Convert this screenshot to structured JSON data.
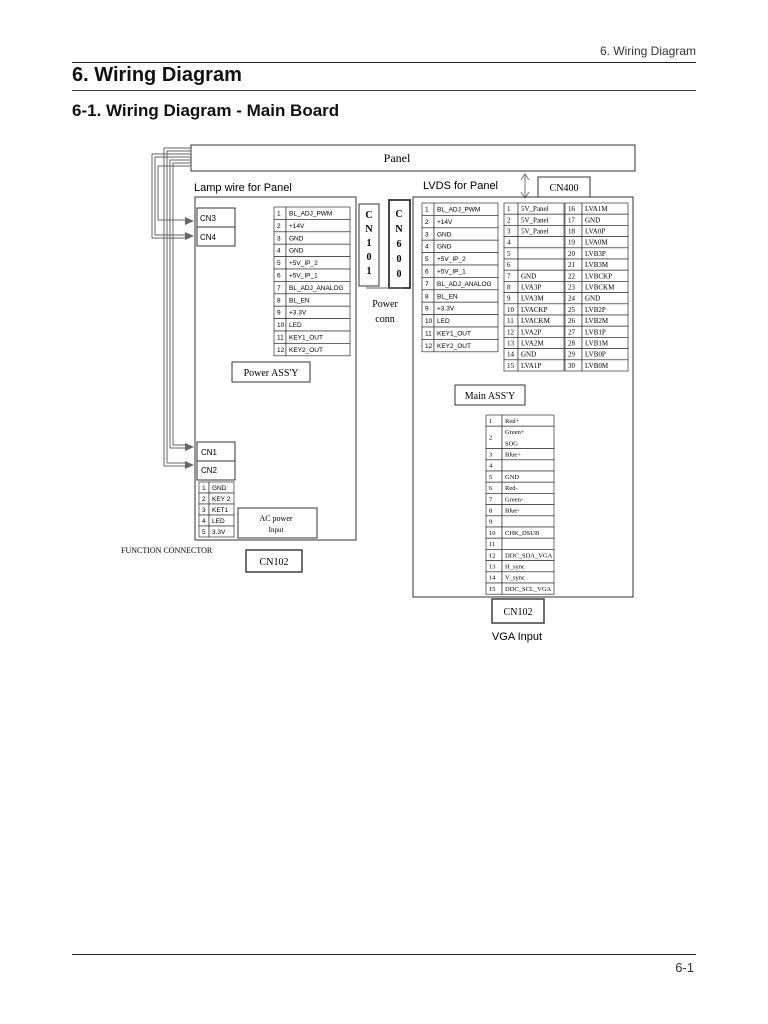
{
  "header": {
    "running_title": "6. Wiring Diagram"
  },
  "page": {
    "title": "6. Wiring Diagram",
    "section": "6-1. Wiring Diagram - Main Board",
    "number": "6-1"
  },
  "diagram": {
    "panel_label": "Panel",
    "lamp_wire_label": "Lamp wire for Panel",
    "lvds_label": "LVDS for Panel",
    "cn400_label": "CN400",
    "cn101_letters": [
      "C",
      "N",
      "1",
      "0",
      "1"
    ],
    "cn600_letters": [
      "C",
      "N",
      "6",
      "0",
      "0"
    ],
    "power_conn_label": [
      "Power",
      "conn"
    ],
    "power_assy_label": "Power ASS'Y",
    "main_assy_label": "Main ASS'Y",
    "left_connectors": {
      "cn3": "CN3",
      "cn4": "CN4",
      "cn1": "CN1",
      "cn2": "CN2"
    },
    "ac_power_label": [
      "AC power",
      "Input"
    ],
    "function_connector_label": "FUNCTION CONNECTOR",
    "cn102_power_label": "CN102",
    "cn102_main_label": "CN102",
    "vga_input_label": "VGA Input",
    "power_pins": [
      {
        "n": "1",
        "s": "BL_ADJ_PWM"
      },
      {
        "n": "2",
        "s": "+14V"
      },
      {
        "n": "3",
        "s": "GND"
      },
      {
        "n": "4",
        "s": "GND"
      },
      {
        "n": "5",
        "s": "+5V_IP_2"
      },
      {
        "n": "6",
        "s": "+5V_IP_1"
      },
      {
        "n": "7",
        "s": "BL_ADJ_ANALOG"
      },
      {
        "n": "8",
        "s": "BL_EN"
      },
      {
        "n": "9",
        "s": "+3.3V"
      },
      {
        "n": "10",
        "s": "LED"
      },
      {
        "n": "11",
        "s": "KEY1_OUT"
      },
      {
        "n": "12",
        "s": "KEY2_OUT"
      }
    ],
    "main_power_pins": [
      {
        "n": "1",
        "s": "BL_ADJ_PWM"
      },
      {
        "n": "2",
        "s": "+14V"
      },
      {
        "n": "3",
        "s": "GND"
      },
      {
        "n": "4",
        "s": "GND"
      },
      {
        "n": "5",
        "s": "+5V_IP_2"
      },
      {
        "n": "6",
        "s": "+5V_IP_1"
      },
      {
        "n": "7",
        "s": "BL_ADJ_ANALOG"
      },
      {
        "n": "8",
        "s": "BL_EN"
      },
      {
        "n": "9",
        "s": "+3.3V"
      },
      {
        "n": "10",
        "s": "LED"
      },
      {
        "n": "11",
        "s": "KEY1_OUT"
      },
      {
        "n": "12",
        "s": "KEY2_OUT"
      }
    ],
    "function_pins": [
      {
        "n": "1",
        "s": "GND"
      },
      {
        "n": "2",
        "s": "KEY 2"
      },
      {
        "n": "3",
        "s": "KET1"
      },
      {
        "n": "4",
        "s": "LED"
      },
      {
        "n": "5",
        "s": "3.3V"
      }
    ],
    "lvds_pins_a": [
      {
        "n": "1",
        "s": "5V_Panel"
      },
      {
        "n": "2",
        "s": "5V_Panel"
      },
      {
        "n": "3",
        "s": "5V_Panel"
      },
      {
        "n": "4",
        "s": ""
      },
      {
        "n": "5",
        "s": ""
      },
      {
        "n": "6",
        "s": ""
      },
      {
        "n": "7",
        "s": "GND"
      },
      {
        "n": "8",
        "s": "LVA3P"
      },
      {
        "n": "9",
        "s": "LVA3M"
      },
      {
        "n": "10",
        "s": "LVACKP"
      },
      {
        "n": "11",
        "s": "LVACKM"
      },
      {
        "n": "12",
        "s": "LVA2P"
      },
      {
        "n": "13",
        "s": "LVA2M"
      },
      {
        "n": "14",
        "s": "GND"
      },
      {
        "n": "15",
        "s": "LVA1P"
      }
    ],
    "lvds_pins_b": [
      {
        "n": "16",
        "s": "LVA1M"
      },
      {
        "n": "17",
        "s": "GND"
      },
      {
        "n": "18",
        "s": "LVA0P"
      },
      {
        "n": "19",
        "s": "LVA0M"
      },
      {
        "n": "20",
        "s": "LVB3P"
      },
      {
        "n": "21",
        "s": "LVB3M"
      },
      {
        "n": "22",
        "s": "LVBCKP"
      },
      {
        "n": "23",
        "s": "LVBCKM"
      },
      {
        "n": "24",
        "s": "GND"
      },
      {
        "n": "25",
        "s": "LVB2P"
      },
      {
        "n": "26",
        "s": "LVB2M"
      },
      {
        "n": "27",
        "s": "LVB1P"
      },
      {
        "n": "28",
        "s": "LVB1M"
      },
      {
        "n": "29",
        "s": "LVB0P"
      },
      {
        "n": "30",
        "s": "LVB0M"
      }
    ],
    "vga_pins": [
      {
        "n": "1",
        "s": "Red+"
      },
      {
        "n": "2",
        "s": "Green+\nSOG"
      },
      {
        "n": "3",
        "s": "Blue+"
      },
      {
        "n": "4",
        "s": ""
      },
      {
        "n": "5",
        "s": "GND"
      },
      {
        "n": "6",
        "s": "Red-"
      },
      {
        "n": "7",
        "s": "Green-"
      },
      {
        "n": "8",
        "s": "Blue-"
      },
      {
        "n": "9",
        "s": ""
      },
      {
        "n": "10",
        "s": "CHK_DSUB"
      },
      {
        "n": "11",
        "s": ""
      },
      {
        "n": "12",
        "s": "DDC_SDA_VGA"
      },
      {
        "n": "13",
        "s": "H_sync"
      },
      {
        "n": "14",
        "s": "V_sync"
      },
      {
        "n": "15",
        "s": "DDC_SCL_VGA"
      }
    ]
  }
}
